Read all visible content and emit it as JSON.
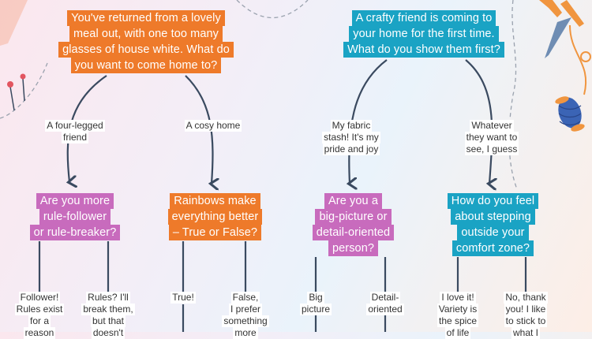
{
  "questions": {
    "q1": [
      "You've returned from a lovely",
      "meal out, with one too many",
      "glasses of house white. What do",
      "you want to come home to?"
    ],
    "q2": [
      "A crafty friend is coming to",
      "your home for the first time.",
      "What do you show them first?"
    ],
    "q3": [
      "Are you more",
      "rule-follower",
      "or rule-breaker?"
    ],
    "q4": [
      "Rainbows make",
      "everything better",
      "– True or False?"
    ],
    "q5": [
      "Are you a",
      "big-picture or",
      "detail-oriented",
      "person?"
    ],
    "q6": [
      "How do you feel",
      "about stepping",
      "outside your",
      "comfort zone?"
    ]
  },
  "labels": {
    "a1": [
      "A four-legged",
      "friend"
    ],
    "a2": [
      "A cosy home"
    ],
    "a3": [
      "My fabric",
      "stash! It's my",
      "pride and joy"
    ],
    "a4": [
      "Whatever",
      "they want to",
      "see, I guess"
    ],
    "b1": [
      "Follower!",
      "Rules exist",
      "for a",
      "reason"
    ],
    "b2": [
      "Rules? I'll",
      "break them,",
      "but that",
      "doesn't"
    ],
    "b3": [
      "True!"
    ],
    "b4": [
      "False,",
      "I prefer",
      "something",
      "more"
    ],
    "b5": [
      "Big",
      "picture"
    ],
    "b6": [
      "Detail-",
      "oriented"
    ],
    "b7": [
      "I love it!",
      "Variety is",
      "the spice",
      "of life"
    ],
    "b8": [
      "No, thank",
      "you! I like",
      "to stick to",
      "what I"
    ]
  },
  "colors": {
    "orange": "#ee7a2a",
    "teal": "#1aa3c4",
    "purple": "#c86bbd",
    "line": "#3a4a60"
  }
}
